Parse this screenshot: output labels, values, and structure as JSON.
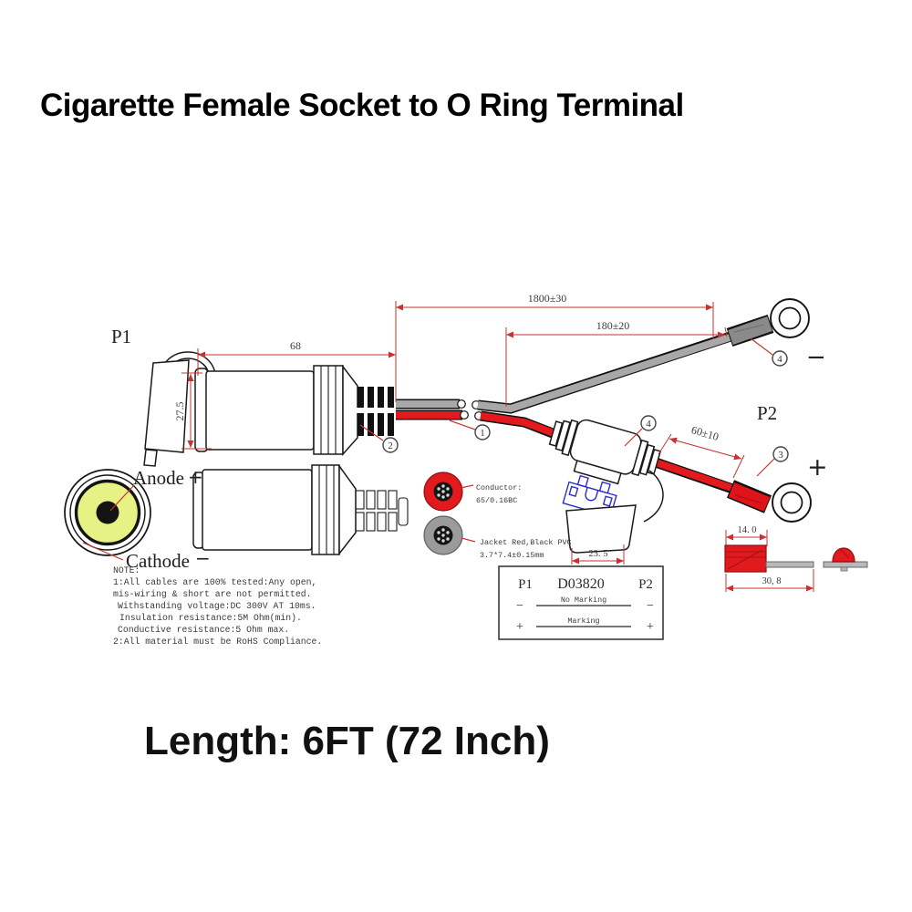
{
  "page": {
    "title": "Cigarette Female Socket to O Ring Terminal",
    "caption": "Length: 6FT (72 Inch)"
  },
  "diagram": {
    "labels": {
      "p1": "P1",
      "p2": "P2",
      "anode": "Anode",
      "anode_sign": "+",
      "cathode": "Cathode",
      "cathode_sign": "−",
      "negative_sign": "−",
      "positive_sign": "+"
    },
    "dimensions": {
      "overall_length": "1800±30",
      "black_branch": "180±20",
      "socket_length": "68",
      "socket_diameter": "27.5",
      "red_branch": "60±10",
      "fuse_cap_width": "23. 5",
      "sleeve_length": "14. 0",
      "terminal_length": "30, 8"
    },
    "callouts": {
      "wire": "1",
      "plug": "2",
      "positive_ring": "3",
      "fuse_holder": "4",
      "negative_ring": "4"
    },
    "cross_section": {
      "conductor_title": "Conductor:",
      "conductor_spec": "65/0.16BC",
      "jacket_title": "Jacket Red,Black PVC",
      "jacket_spec": "3.7*7.4±0.15mm"
    },
    "note": {
      "title": "NOTE:",
      "lines": [
        "1:All cables are 100% tested:Any open,",
        "mis-wiring & short are not permitted.",
        "Withstanding voltage:DC 300V AT 10ms.",
        "Insulation resistance:5M Ohm(min).",
        "Conductive resistance:5 Ohm max.",
        "2:All material must be RoHS Compliance."
      ]
    },
    "marking_table": {
      "p1": "P1",
      "code": "D03820",
      "p2": "P2",
      "minus": "−",
      "plus": "+",
      "row_no_marking": "No Marking",
      "row_marking": "Marking"
    },
    "colors": {
      "dimension_red": "#c83232",
      "wire_red": "#e31a1d",
      "wire_gray": "#a8a8a8",
      "socket_face_yellow": "#e6f283",
      "fuse_blue": "#2b2bd0"
    }
  }
}
